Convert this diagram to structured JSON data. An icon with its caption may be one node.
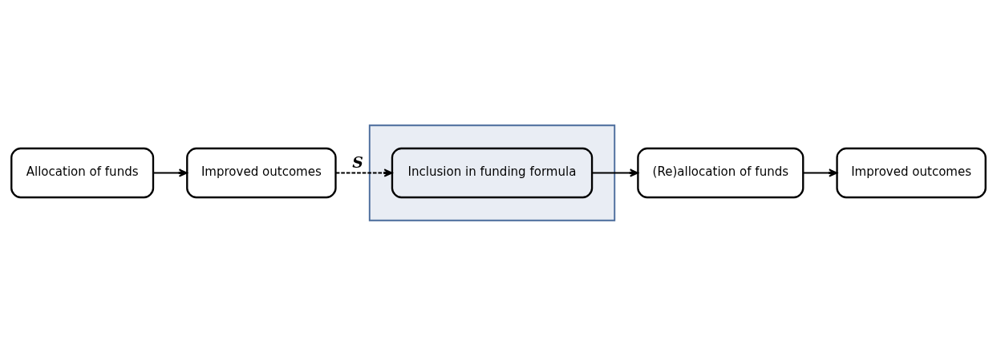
{
  "diagram": {
    "nodes": [
      {
        "text": [
          "Allocation of funds"
        ]
      },
      {
        "text": [
          "Improved outcomes"
        ]
      },
      {
        "text": [],
        "shape": "box"
      },
      {
        "text": [
          "Inclusion in funding formula"
        ],
        "in": 2
      },
      {
        "text": [
          "(Re)allocation of funds"
        ]
      },
      {
        "text": [
          "Improved outcomes"
        ]
      }
    ],
    "edges": [
      {
        "from": 0,
        "to": 1,
        "arrow": "to"
      },
      {
        "from": 1,
        "to": 3,
        "arrow": "to",
        "style": "dashed",
        "label": "S"
      },
      {
        "from": 3,
        "to": 4,
        "arrow": "to"
      },
      {
        "from": 4,
        "to": 5,
        "arrow": "to"
      }
    ]
  }
}
